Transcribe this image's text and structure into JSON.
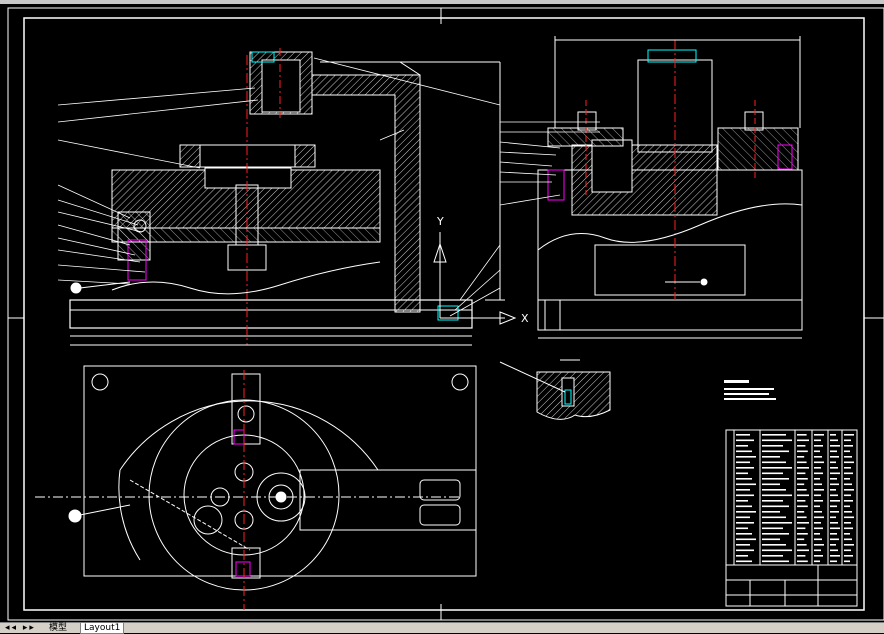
{
  "drawing": {
    "axis_y_label": "Y",
    "axis_x_label": "X"
  },
  "tabs": {
    "nav_arrows": "◂◂ ▸▸",
    "model_label": "模型",
    "layout_label": "Layout1"
  },
  "colors": {
    "background": "#000000",
    "lines": "#ffffff",
    "centerline": "#ff2020",
    "magenta": "#ff00ff",
    "cyan": "#00ffff",
    "blue": "#3030ff"
  }
}
